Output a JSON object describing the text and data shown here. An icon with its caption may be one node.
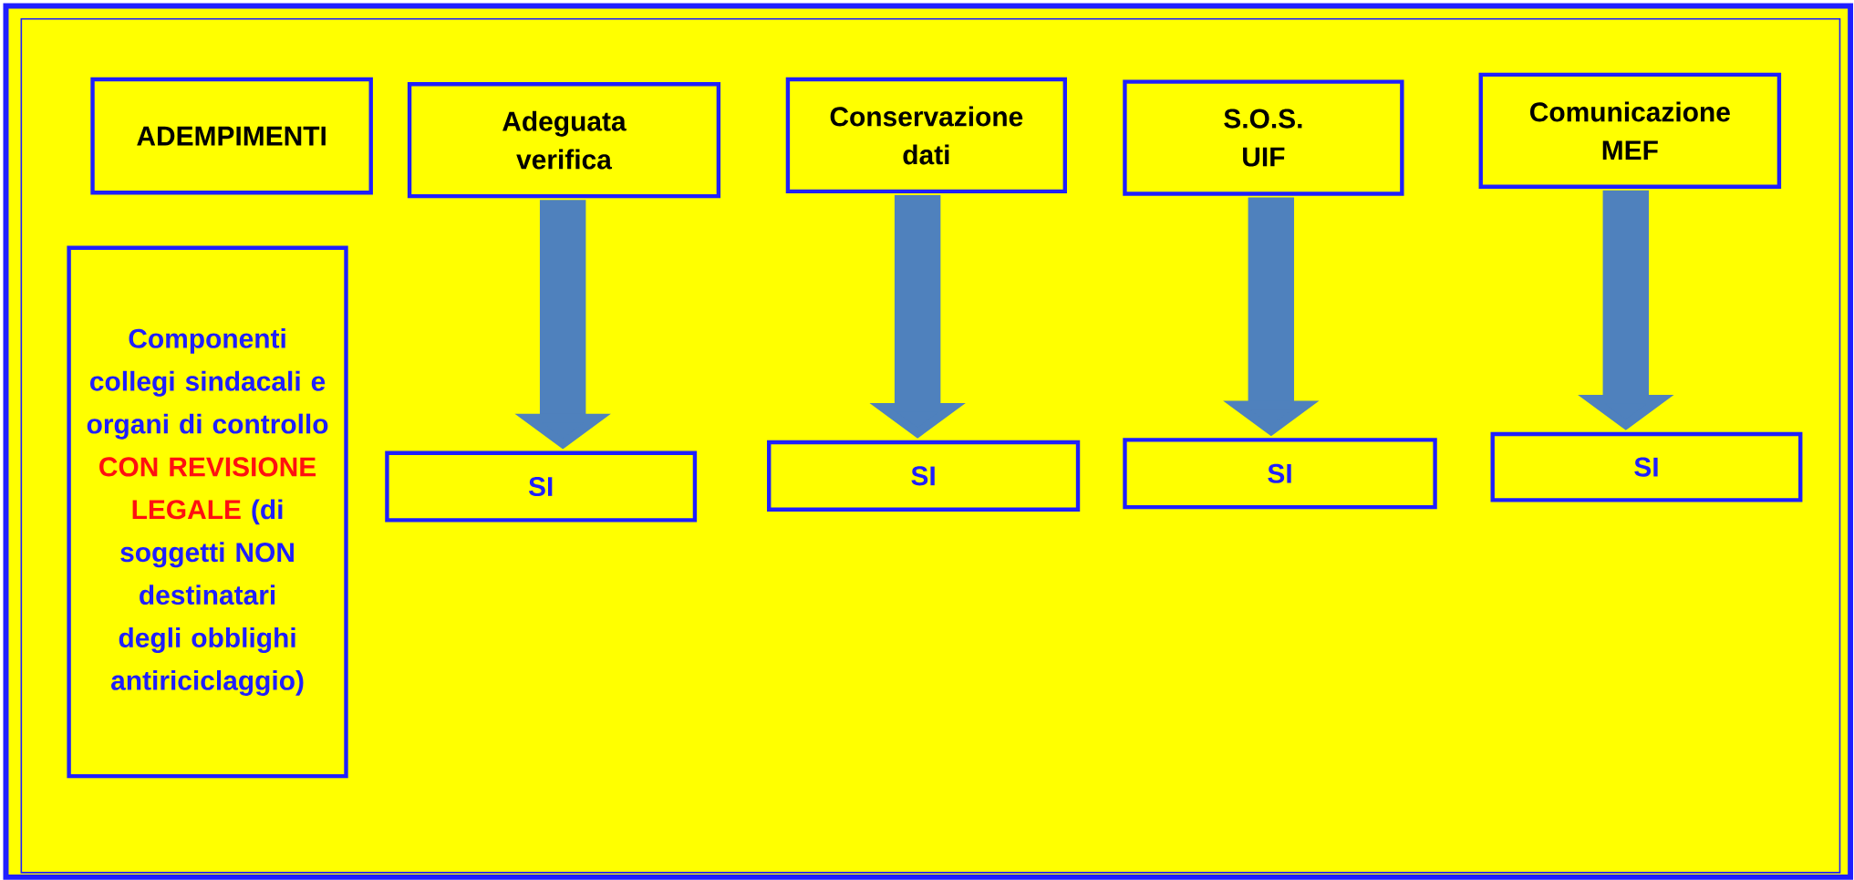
{
  "diagram": {
    "nodes": [
      {
        "text": [
          "ADEMPIMENTI"
        ]
      },
      {
        "text": [
          "Adeguata verifica"
        ]
      },
      {
        "text": [
          "Conservazione dati"
        ]
      },
      {
        "text": [
          "S.O.S. UIF"
        ]
      },
      {
        "text": [
          "Comunicazione MEF"
        ]
      },
      {
        "text": [
          "Componenti collegi sindacali e organi di controllo",
          "CON REVISIONE LEGALE",
          "(di soggetti NON destinatari degli obblighi antiriciclaggio)"
        ]
      },
      {
        "text": [
          "SI"
        ]
      },
      {
        "text": [
          "SI"
        ]
      },
      {
        "text": [
          "SI"
        ]
      },
      {
        "text": [
          "SI"
        ]
      }
    ],
    "edges": [
      {
        "from": 1,
        "to": 6,
        "arrow": "to"
      },
      {
        "from": 2,
        "to": 7,
        "arrow": "to"
      },
      {
        "from": 3,
        "to": 8,
        "arrow": "to"
      },
      {
        "from": 4,
        "to": 9,
        "arrow": "to"
      }
    ]
  }
}
